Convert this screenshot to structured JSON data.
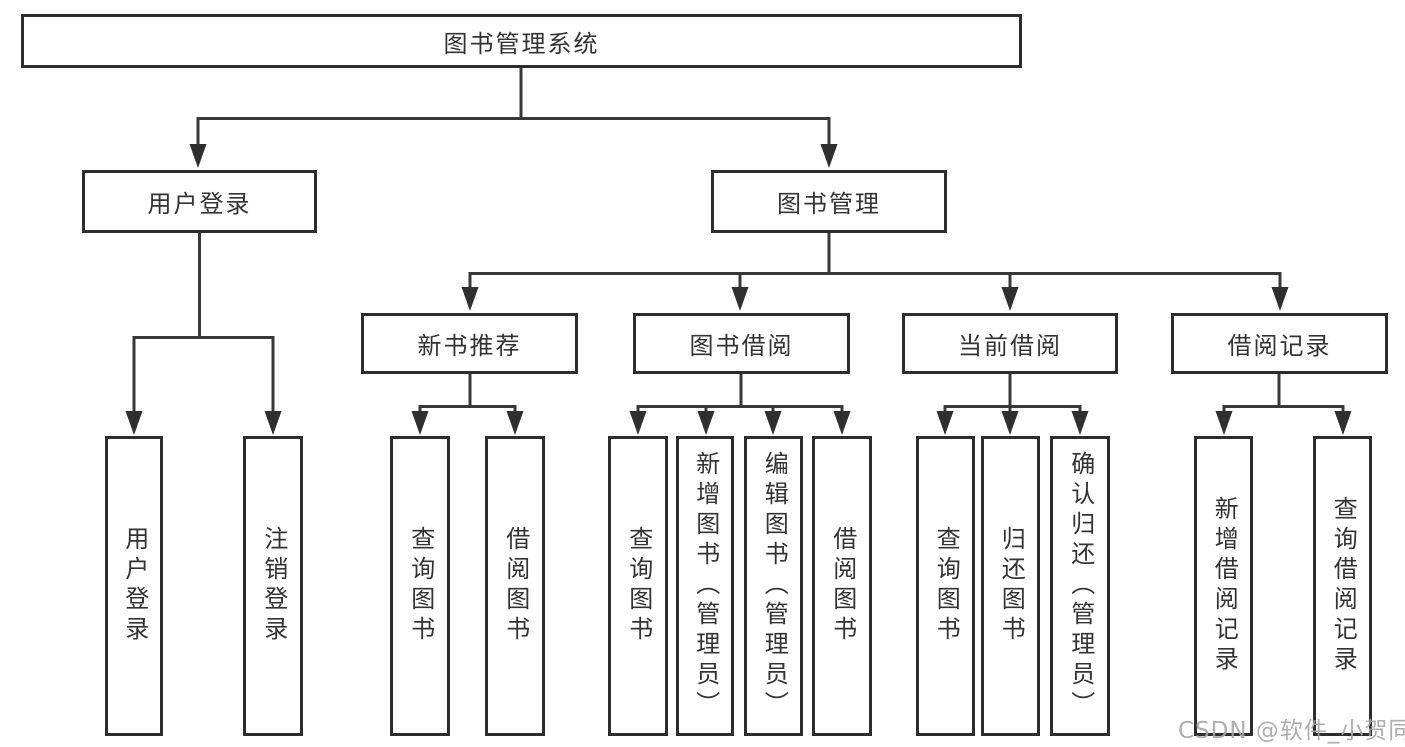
{
  "diagram": {
    "root": "图书管理系统",
    "level2": {
      "user_login": "用户登录",
      "book_management": "图书管理"
    },
    "level3": {
      "new_books": "新书推荐",
      "borrowing": "图书借阅",
      "current": "当前借阅",
      "records": "借阅记录"
    },
    "leaves": {
      "user_login": [
        "用户登录",
        "注销登录"
      ],
      "new_books": [
        "查询图书",
        "借阅图书"
      ],
      "borrowing": [
        "查询图书",
        "新增图书（管理员）",
        "编辑图书（管理员）",
        "借阅图书"
      ],
      "current": [
        "查询图书",
        "归还图书",
        "确认归还（管理员）"
      ],
      "records": [
        "新增借阅记录",
        "查询借阅记录"
      ]
    }
  },
  "watermark": "CSDN @软件_小贺同学",
  "colors": {
    "border": "#2d2d2d",
    "line": "#383838",
    "arrow": "#2f2f2f",
    "text": "#333333",
    "watermark": "#a6a6a6",
    "background": "#ffffff"
  }
}
